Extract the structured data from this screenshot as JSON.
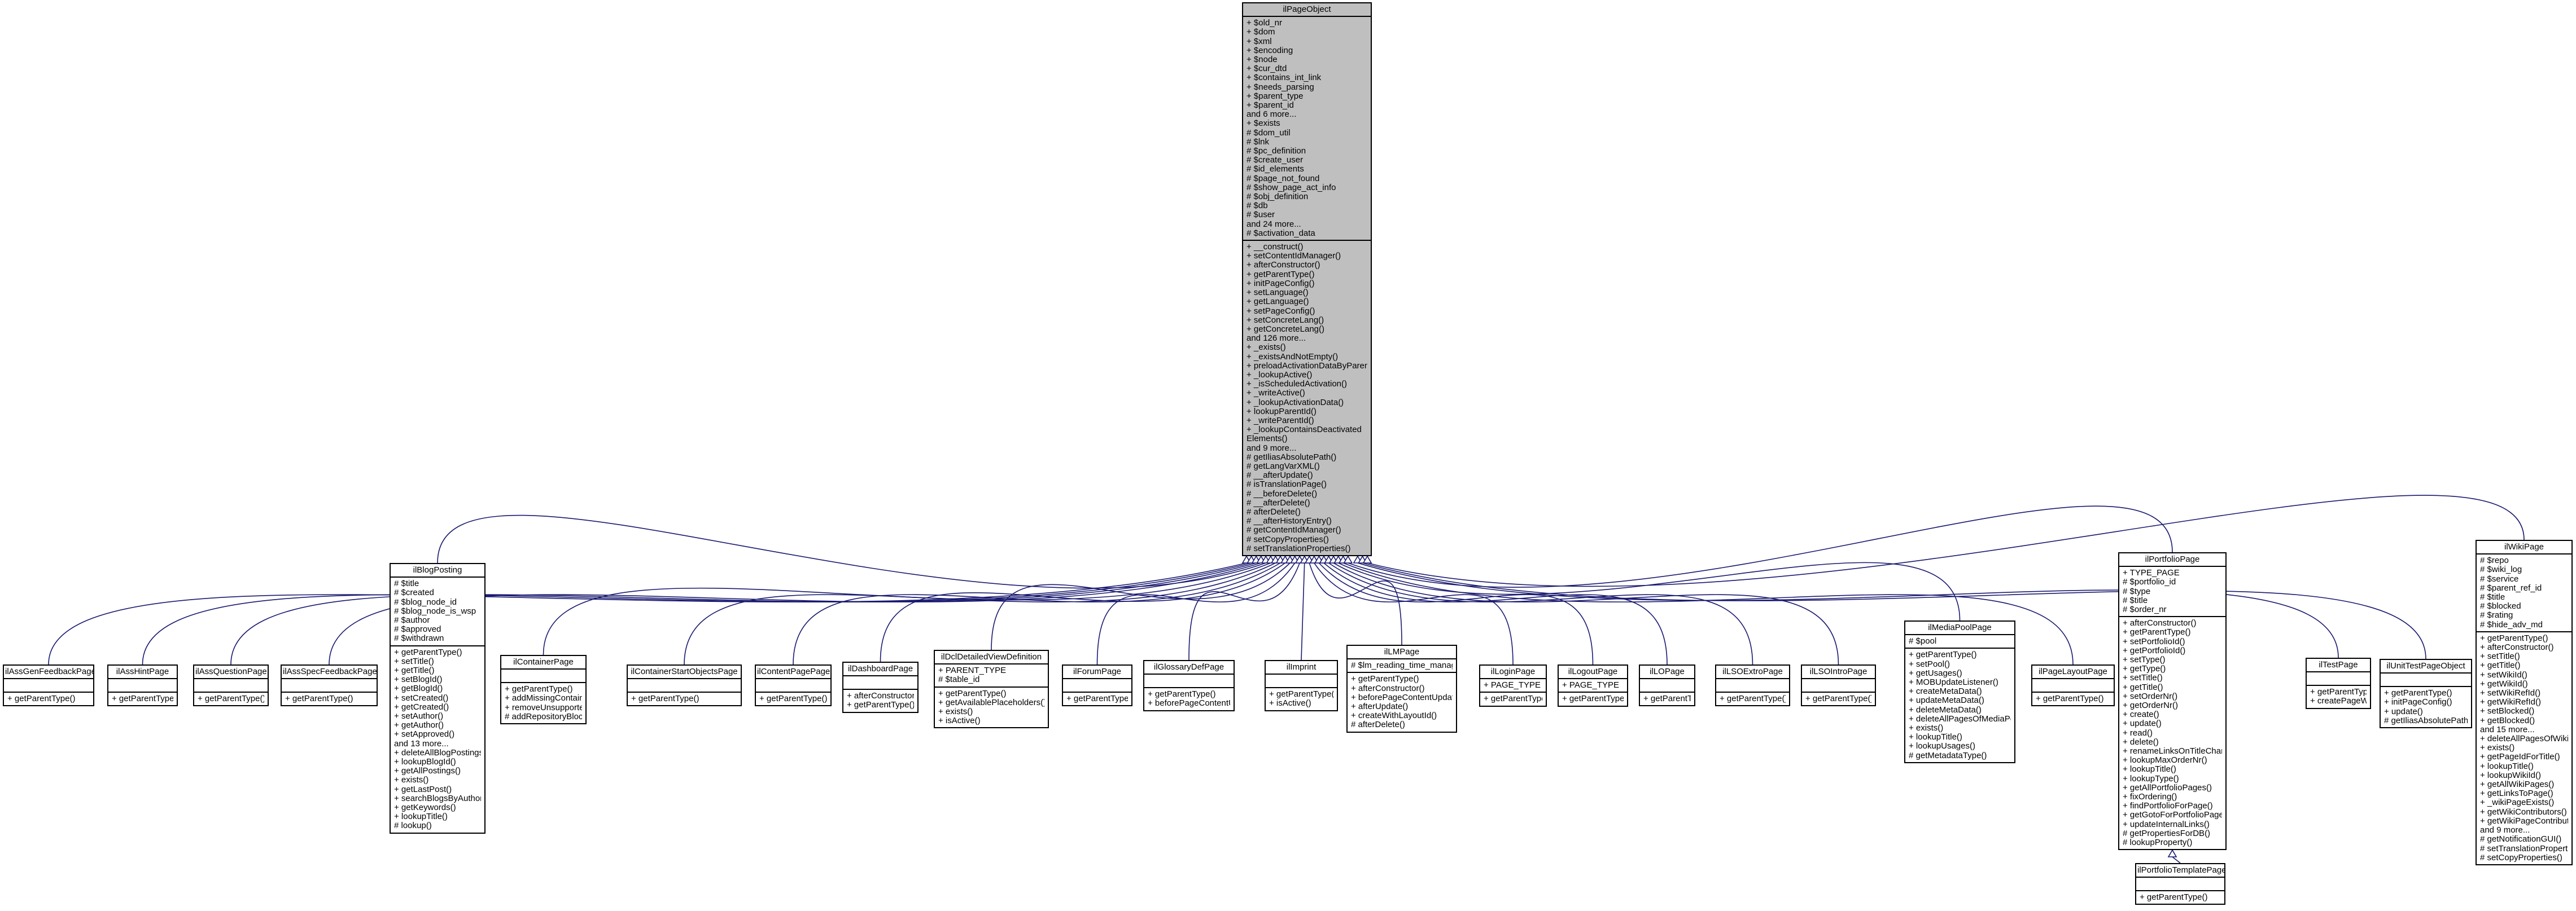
{
  "root": {
    "name": "ilPageObject",
    "attributes": [
      "+ $old_nr",
      "+ $dom",
      "+ $xml",
      "+ $encoding",
      "+ $node",
      "+ $cur_dtd",
      "+ $contains_int_link",
      "+ $needs_parsing",
      "+ $parent_type",
      "+ $parent_id",
      "and 6 more...",
      "+ $exists",
      "# $dom_util",
      "# $lnk",
      "# $pc_definition",
      "# $create_user",
      "# $id_elements",
      "# $page_not_found",
      "# $show_page_act_info",
      "# $obj_definition",
      "# $db",
      "# $user",
      "and 24 more...",
      "# $activation_data"
    ],
    "methods": [
      "+ __construct()",
      "+ setContentIdManager()",
      "+ afterConstructor()",
      "+ getParentType()",
      "+ initPageConfig()",
      "+ setLanguage()",
      "+ getLanguage()",
      "+ setPageConfig()",
      "+ setConcreteLang()",
      "+ getConcreteLang()",
      "and 126 more...",
      "+ _exists()",
      "+ _existsAndNotEmpty()",
      "+ preloadActivationDataByParentId()",
      "+ _lookupActive()",
      "+ _isScheduledActivation()",
      "+ _writeActive()",
      "+ _lookupActivationData()",
      "+ lookupParentId()",
      "+ _writeParentId()",
      "+ _lookupContainsDeactivated",
      "Elements()",
      "and 9 more...",
      "# getIliasAbsolutePath()",
      "# getLangVarXML()",
      "# __afterUpdate()",
      "# isTranslationPage()",
      "# __beforeDelete()",
      "# __afterDelete()",
      "# afterDelete()",
      "# __afterHistoryEntry()",
      "# getContentIdManager()",
      "# setCopyProperties()",
      "# setTranslationProperties()"
    ]
  },
  "classes": [
    {
      "name": "ilAssGenFeedbackPage",
      "attributes": [],
      "methods": [
        "+ getParentType()"
      ]
    },
    {
      "name": "ilAssHintPage",
      "attributes": [],
      "methods": [
        "+ getParentType()"
      ]
    },
    {
      "name": "ilAssQuestionPage",
      "attributes": [],
      "methods": [
        "+ getParentType()"
      ]
    },
    {
      "name": "ilAssSpecFeedbackPage",
      "attributes": [],
      "methods": [
        "+ getParentType()"
      ]
    },
    {
      "name": "ilBlogPosting",
      "attributes": [
        "# $title",
        "# $created",
        "# $blog_node_id",
        "# $blog_node_is_wsp",
        "# $author",
        "# $approved",
        "# $withdrawn"
      ],
      "methods": [
        "+ getParentType()",
        "+ setTitle()",
        "+ getTitle()",
        "+ setBlogId()",
        "+ getBlogId()",
        "+ setCreated()",
        "+ getCreated()",
        "+ setAuthor()",
        "+ getAuthor()",
        "+ setApproved()",
        "and 13 more...",
        "+ deleteAllBlogPostings()",
        "+ lookupBlogId()",
        "+ getAllPostings()",
        "+ exists()",
        "+ getLastPost()",
        "+ searchBlogsByAuthor()",
        "+ getKeywords()",
        "+ lookupTitle()",
        "# lookup()"
      ]
    },
    {
      "name": "ilContainerPage",
      "attributes": [],
      "methods": [
        "+ getParentType()",
        "+ addMissingContainerBlocks()",
        "+ removeUnsupportedBlockIds()",
        "# addRepositoryBlockToPage()"
      ]
    },
    {
      "name": "ilContainerStartObjectsPage",
      "attributes": [],
      "methods": [
        "+ getParentType()"
      ]
    },
    {
      "name": "ilContentPagePage",
      "attributes": [],
      "methods": [
        "+ getParentType()"
      ]
    },
    {
      "name": "ilDashboardPage",
      "attributes": [],
      "methods": [
        "+ afterConstructor()",
        "+ getParentType()"
      ]
    },
    {
      "name": "ilDclDetailedViewDefinition",
      "attributes": [
        "+ PARENT_TYPE",
        "# $table_id"
      ],
      "methods": [
        "+ getParentType()",
        "+ getAvailablePlaceholders()",
        "+ exists()",
        "+ isActive()"
      ]
    },
    {
      "name": "ilForumPage",
      "attributes": [],
      "methods": [
        "+ getParentType()"
      ]
    },
    {
      "name": "ilGlossaryDefPage",
      "attributes": [],
      "methods": [
        "+ getParentType()",
        "+ beforePageContentUpdate()"
      ]
    },
    {
      "name": "ilImprint",
      "attributes": [],
      "methods": [
        "+ getParentType()",
        "+ isActive()"
      ]
    },
    {
      "name": "ilLMPage",
      "attributes": [
        "# $lm_reading_time_manager"
      ],
      "methods": [
        "+ getParentType()",
        "+ afterConstructor()",
        "+ beforePageContentUpdate()",
        "+ afterUpdate()",
        "+ createWithLayoutId()",
        "# afterDelete()"
      ]
    },
    {
      "name": "ilLoginPage",
      "attributes": [
        "+ PAGE_TYPE"
      ],
      "methods": [
        "+ getParentType()"
      ]
    },
    {
      "name": "ilLogoutPage",
      "attributes": [
        "+ PAGE_TYPE"
      ],
      "methods": [
        "+ getParentType()"
      ]
    },
    {
      "name": "ilLOPage",
      "attributes": [],
      "methods": [
        "+ getParentType()"
      ]
    },
    {
      "name": "ilLSOExtroPage",
      "attributes": [],
      "methods": [
        "+ getParentType()"
      ]
    },
    {
      "name": "ilLSOIntroPage",
      "attributes": [],
      "methods": [
        "+ getParentType()"
      ]
    },
    {
      "name": "ilMediaPoolPage",
      "attributes": [
        "# $pool"
      ],
      "methods": [
        "+ getParentType()",
        "+ setPool()",
        "+ getUsages()",
        "+ MOBUpdateListener()",
        "+ createMetaData()",
        "+ updateMetaData()",
        "+ deleteMetaData()",
        "+ deleteAllPagesOfMediaPool()",
        "+ exists()",
        "+ lookupTitle()",
        "+ lookupUsages()",
        "# getMetadataType()"
      ]
    },
    {
      "name": "ilPageLayoutPage",
      "attributes": [],
      "methods": [
        "+ getParentType()"
      ]
    },
    {
      "name": "ilPortfolioPage",
      "attributes": [
        "+ TYPE_PAGE",
        "# $portfolio_id",
        "# $type",
        "# $title",
        "# $order_nr"
      ],
      "methods": [
        "+ afterConstructor()",
        "+ getParentType()",
        "+ setPortfolioId()",
        "+ getPortfolioId()",
        "+ setType()",
        "+ getType()",
        "+ setTitle()",
        "+ getTitle()",
        "+ setOrderNr()",
        "+ getOrderNr()",
        "+ create()",
        "+ update()",
        "+ read()",
        "+ delete()",
        "+ renameLinksOnTitleChange()",
        "+ lookupMaxOrderNr()",
        "+ lookupTitle()",
        "+ lookupType()",
        "+ getAllPortfolioPages()",
        "+ fixOrdering()",
        "+ findPortfolioForPage()",
        "+ getGotoForPortfolioPageTarget()",
        "+ updateInternalLinks()",
        "# getPropertiesForDB()",
        "# lookupProperty()"
      ]
    },
    {
      "name": "ilPortfolioTemplatePage",
      "attributes": [],
      "methods": [
        "+ getParentType()"
      ]
    },
    {
      "name": "ilTestPage",
      "attributes": [],
      "methods": [
        "+ getParentType()",
        "+ createPageWithNextId()"
      ]
    },
    {
      "name": "ilUnitTestPageObject",
      "attributes": [],
      "methods": [
        "+ getParentType()",
        "+ initPageConfig()",
        "+ update()",
        "# getIliasAbsolutePath()"
      ]
    },
    {
      "name": "ilWikiPage",
      "attributes": [
        "# $repo",
        "# $wiki_log",
        "# $service",
        "# $parent_ref_id",
        "# $title",
        "# $blocked",
        "# $rating",
        "# $hide_adv_md"
      ],
      "methods": [
        "+ getParentType()",
        "+ afterConstructor()",
        "+ setTitle()",
        "+ getTitle()",
        "+ setWikiId()",
        "+ getWikiId()",
        "+ setWikiRefId()",
        "+ getWikiRefId()",
        "+ setBlocked()",
        "+ getBlocked()",
        "and 15 more...",
        "+ deleteAllPagesOfWiki()",
        "+ exists()",
        "+ getPageIdForTitle()",
        "+ lookupTitle()",
        "+ lookupWikiId()",
        "+ getAllWikiPages()",
        "+ getLinksToPage()",
        "+ _wikiPageExists()",
        "+ getWikiContributors()",
        "+ getWikiPageContributors()",
        "and 9 more...",
        "# getNotificationGUI()",
        "# setTranslationProperties()",
        "# setCopyProperties()"
      ]
    }
  ],
  "colors": {
    "edge": "#191970",
    "root_fill": "#bfbfbf",
    "box_border": "#000000",
    "box_fill": "#ffffff"
  }
}
